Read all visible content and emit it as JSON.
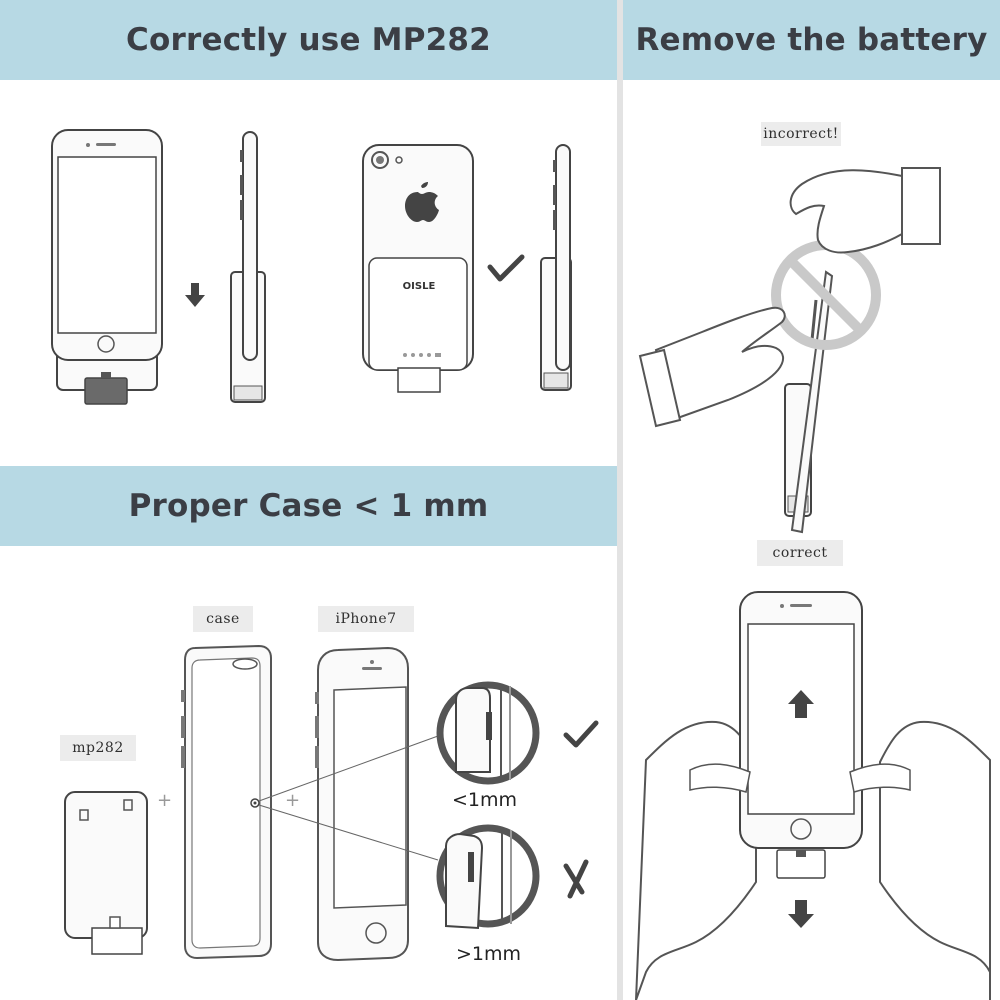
{
  "banners": {
    "left_title": "Correctly use MP282",
    "right_title": "Remove the battery",
    "bottom_title": "Proper Case < 1 mm"
  },
  "tags": {
    "incorrect": "incorrect!",
    "correct": "correct",
    "case": "case",
    "iphone": "iPhone7",
    "mp282": "mp282"
  },
  "measures": {
    "under": "<1mm",
    "over": ">1mm"
  },
  "marks": {
    "plus_1": "+",
    "plus_2": "+"
  },
  "colors": {
    "banner": "#b7d9e4",
    "banner_text": "#3b3e45",
    "line": "#555555",
    "tag_bg": "#ececec"
  }
}
